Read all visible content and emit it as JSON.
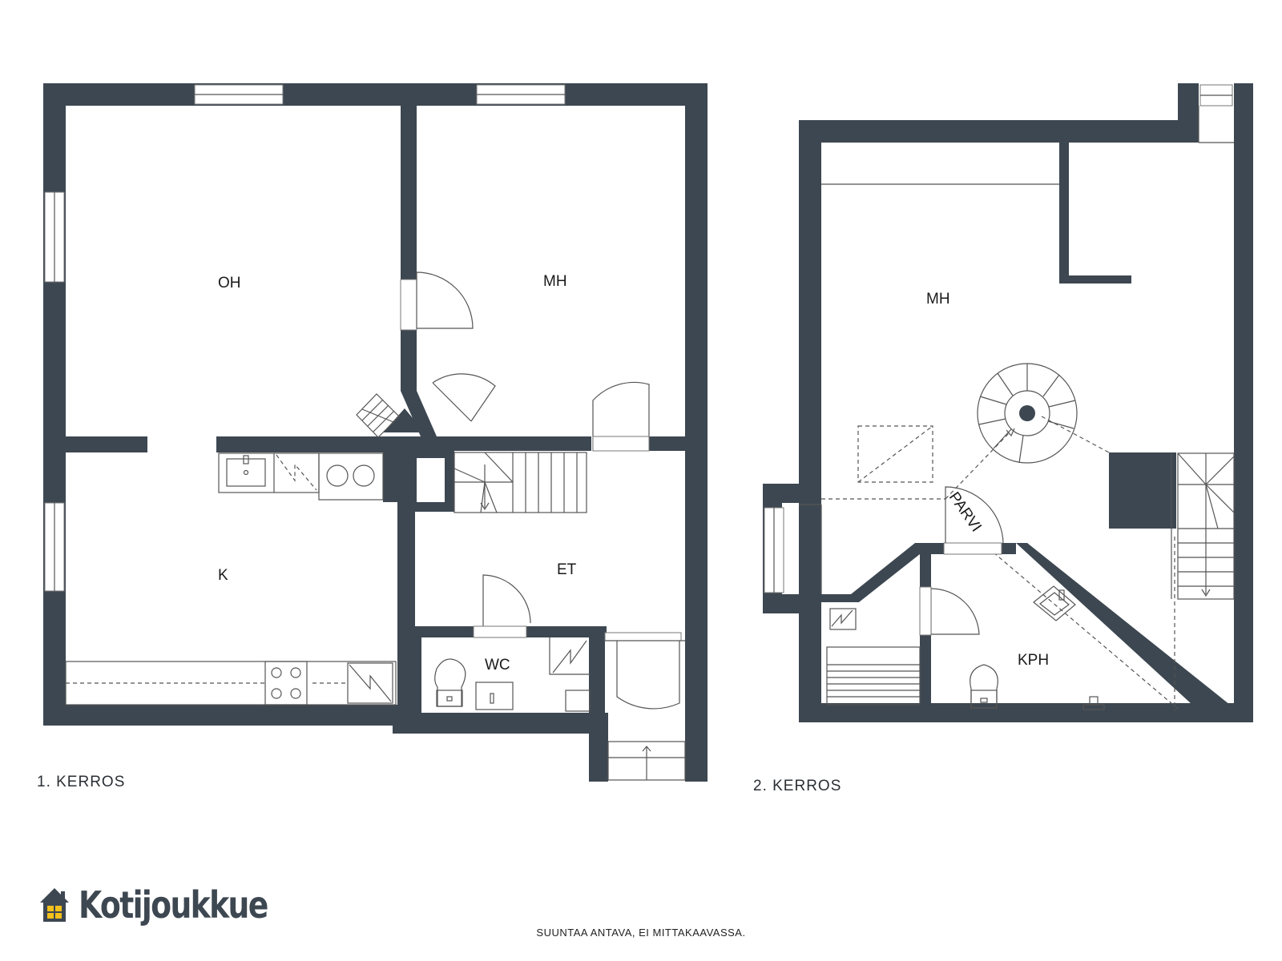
{
  "rooms": {
    "first_floor": {
      "oh": "OH",
      "mh": "MH",
      "k": "K",
      "et": "ET",
      "wc": "WC"
    },
    "second_floor": {
      "mh": "MH",
      "kph": "KPH",
      "parvi": "PARVI"
    }
  },
  "floor_labels": {
    "first": "1. KERROS",
    "second": "2. KERROS"
  },
  "footer": {
    "note": "SUUNTAA ANTAVA, EI MITTAKAAVASSA."
  },
  "brand": {
    "name": "Kotijoukkue",
    "logo_icon": "house-icon",
    "color": "#3d4751",
    "accent": "#f2c11b"
  },
  "colors": {
    "wall": "#3d4751",
    "line": "#555555"
  }
}
